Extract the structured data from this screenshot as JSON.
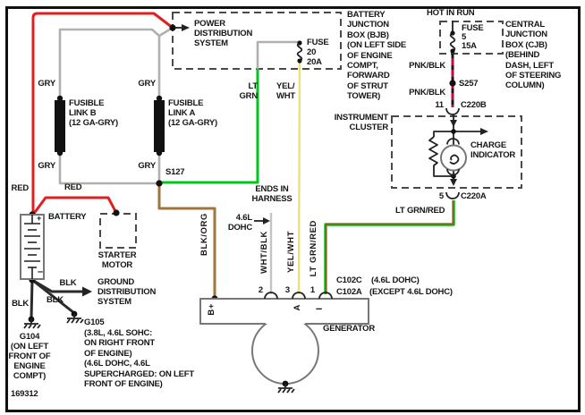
{
  "footer": {
    "diagram_number": "169312"
  },
  "colors": {
    "red": "#e02020",
    "gray": "#b0b0b0",
    "green": "#00c818",
    "yellow": "#e9e470",
    "pink": "#c40a3c",
    "brown": "#a0763e",
    "black": "#2a2a2a"
  },
  "power_dist": {
    "label": "POWER\nDISTRIBUTION\nSYSTEM"
  },
  "bjb": {
    "note": "BATTERY\nJUNCTION\nBOX (BJB)\n(ON LEFT SIDE\nOF ENGINE\nCOMPT,\nFORWARD\nOF STRUT\nTOWER)",
    "fuse": "FUSE\n20\n20A",
    "lt_grn": "LT\nGRN",
    "yel_wht": "YEL/\nWHT"
  },
  "cjb": {
    "hot_in_run": "HOT IN RUN",
    "fuse": "FUSE\n5\n15A",
    "note": "CENTRAL\nJUNCTION\nBOX (CJB)\n(BEHIND\nDASH, LEFT\nOF STEERING\nCOLUMN)",
    "pnk_blk_1": "PNK/BLK",
    "pnk_blk_2": "PNK/BLK",
    "s257": "S257",
    "pin_11": "11",
    "c220b": "C220B"
  },
  "cluster": {
    "label": "INSTRUMENT\nCLUSTER",
    "charge_indicator": "CHARGE\nINDICATOR",
    "pin_5": "5",
    "c220a": "C220A"
  },
  "fusible_links": {
    "gry_b_top": "GRY",
    "gry_a_top": "GRY",
    "gry_b_bot": "GRY",
    "gry_a_bot": "GRY",
    "link_b": "FUSIBLE\nLINK B\n(12 GA-GRY)",
    "link_a": "FUSIBLE\nLINK A\n(12 GA-GRY)",
    "s127": "S127"
  },
  "battery_circuit": {
    "red_left": "RED",
    "red_right": "RED",
    "battery_label": "BATTERY",
    "plus": "+",
    "minus": "–",
    "starter_motor": "STARTER\nMOTOR",
    "blk_1": "BLK",
    "blk_2": "BLK",
    "blk_3": "BLK",
    "ground_distribution": "GROUND\nDISTRIBUTION\nSYSTEM",
    "g104": "G104\n(ON LEFT\nFRONT OF\nENGINE\nCOMPT)",
    "g105": "G105\n(3.8L, 4.6L SOHC:\nON RIGHT FRONT\nOF ENGINE)\n(4.6L DOHC, 4.6L\nSUPERCHARGED: ON LEFT\nFRONT OF ENGINE)"
  },
  "generator": {
    "label": "GENERATOR",
    "ends_in_harness": "ENDS IN\nHARNESS",
    "dohc_46": "4.6L\nDOHC",
    "blk_org": "BLK/ORG",
    "wht_blk": "WHT/BLK",
    "yel_wht": "YEL/WHT",
    "lt_grn_red_v": "LT GRN/RED",
    "lt_grn_red_h": "LT GRN/RED",
    "pin_2": "2",
    "pin_3": "3",
    "pin_1": "1",
    "c102c": "C102C",
    "c102c_note": "(4.6L DOHC)",
    "c102a": "C102A",
    "c102a_note": "(EXCEPT 4.6L DOHC)",
    "b_plus": "B+",
    "a_terminal": "A",
    "minus_terminal": "–"
  }
}
